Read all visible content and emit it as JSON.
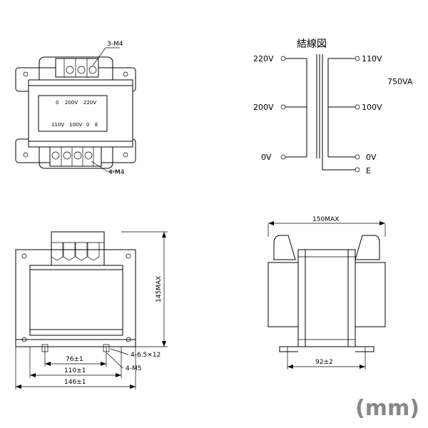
{
  "top_view": {
    "top_terminal_label": "3-M4",
    "bottom_terminal_label": "4-M4",
    "plate_row1": [
      "0",
      "200V",
      "220V"
    ],
    "plate_row2": [
      "110V",
      "100V",
      "0",
      "E"
    ]
  },
  "wiring": {
    "title": "結線図",
    "primary_labels": [
      "220V",
      "200V",
      "0V"
    ],
    "secondary_labels": [
      "110V",
      "100V",
      "0V",
      "E"
    ],
    "rating": "750VA"
  },
  "front_view": {
    "height_dim": "145MAX",
    "dim_inner": "76±1",
    "dim_mid": "110±1",
    "dim_outer": "146±1",
    "hole_label": "4-6.5×12",
    "screw_label": "4-M5"
  },
  "side_view": {
    "width_dim": "150MAX",
    "base_dim": "92±2"
  },
  "unit": "(mm)"
}
